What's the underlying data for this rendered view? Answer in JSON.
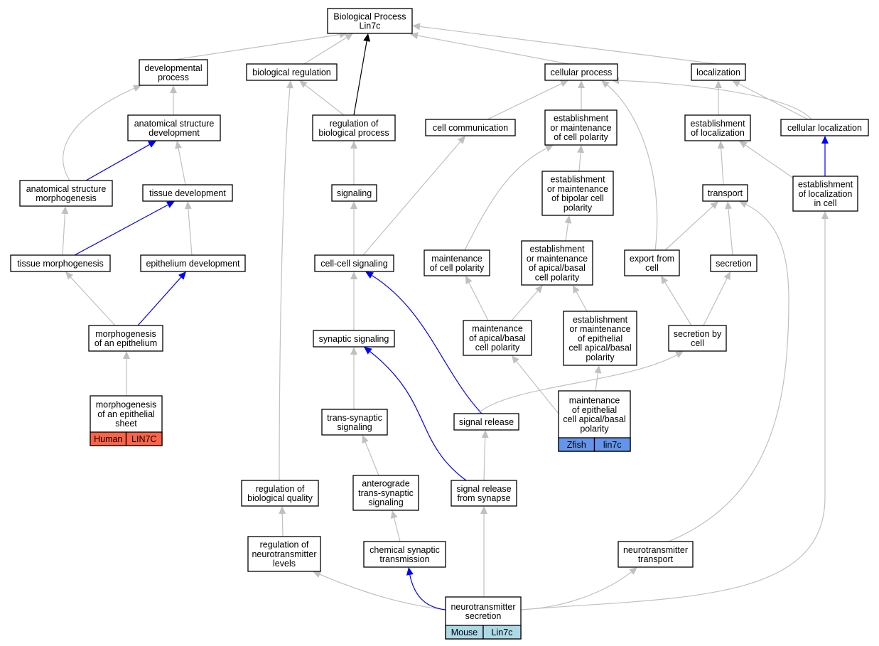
{
  "diagram": {
    "colors": {
      "gray_edge": "#c0c0c0",
      "blue_edge": "#0000ff",
      "black_edge": "#000000",
      "human_tag": "#ff6347",
      "zfish_tag": "#6495ed",
      "mouse_tag": "#add8e6"
    },
    "nodes": [
      {
        "id": "bp",
        "lines": [
          "Biological Process",
          "Lin7c"
        ]
      },
      {
        "id": "devproc",
        "lines": [
          "developmental",
          "process"
        ]
      },
      {
        "id": "bioreg",
        "lines": [
          "biological regulation"
        ]
      },
      {
        "id": "cellproc",
        "lines": [
          "cellular process"
        ]
      },
      {
        "id": "localization",
        "lines": [
          "localization"
        ]
      },
      {
        "id": "anatdev",
        "lines": [
          "anatomical structure",
          "development"
        ]
      },
      {
        "id": "regbp",
        "lines": [
          "regulation of",
          "biological process"
        ]
      },
      {
        "id": "cellcomm",
        "lines": [
          "cell communication"
        ]
      },
      {
        "id": "estcellpol",
        "lines": [
          "establishment",
          "or maintenance",
          "of cell polarity"
        ]
      },
      {
        "id": "estloc",
        "lines": [
          "establishment",
          "of localization"
        ]
      },
      {
        "id": "cellloc",
        "lines": [
          "cellular localization"
        ]
      },
      {
        "id": "anatmorph",
        "lines": [
          "anatomical structure",
          "morphogenesis"
        ]
      },
      {
        "id": "tissuedev",
        "lines": [
          "tissue development"
        ]
      },
      {
        "id": "signaling",
        "lines": [
          "signaling"
        ]
      },
      {
        "id": "estbipolar",
        "lines": [
          "establishment",
          "or maintenance",
          "of bipolar cell",
          "polarity"
        ]
      },
      {
        "id": "transport",
        "lines": [
          "transport"
        ]
      },
      {
        "id": "estlocincell",
        "lines": [
          "establishment",
          "of localization",
          "in cell"
        ]
      },
      {
        "id": "tissuemorph",
        "lines": [
          "tissue morphogenesis"
        ]
      },
      {
        "id": "epidev",
        "lines": [
          "epithelium development"
        ]
      },
      {
        "id": "ccsig",
        "lines": [
          "cell-cell signaling"
        ]
      },
      {
        "id": "maintpol",
        "lines": [
          "maintenance",
          "of cell polarity"
        ]
      },
      {
        "id": "estapical",
        "lines": [
          "establishment",
          "or maintenance",
          "of apical/basal",
          "cell polarity"
        ]
      },
      {
        "id": "export",
        "lines": [
          "export from",
          "cell"
        ]
      },
      {
        "id": "secretion",
        "lines": [
          "secretion"
        ]
      },
      {
        "id": "morphepi",
        "lines": [
          "morphogenesis",
          "of an epithelium"
        ]
      },
      {
        "id": "synsig",
        "lines": [
          "synaptic signaling"
        ]
      },
      {
        "id": "maintapical",
        "lines": [
          "maintenance",
          "of apical/basal",
          "cell polarity"
        ]
      },
      {
        "id": "estepiapical",
        "lines": [
          "establishment",
          "or maintenance",
          "of epithelial",
          "cell apical/basal",
          "polarity"
        ]
      },
      {
        "id": "secbycell",
        "lines": [
          "secretion by",
          "cell"
        ]
      },
      {
        "id": "morphsheet",
        "lines": [
          "morphogenesis",
          "of an epithelial",
          "sheet"
        ],
        "tags": [
          "Human",
          "LIN7C"
        ],
        "tag_color": "human"
      },
      {
        "id": "transsyn",
        "lines": [
          "trans-synaptic",
          "signaling"
        ]
      },
      {
        "id": "sigrel",
        "lines": [
          "signal release"
        ]
      },
      {
        "id": "maintepiapical",
        "lines": [
          "maintenance",
          "of epithelial",
          "cell apical/basal",
          "polarity"
        ],
        "tags": [
          "Zfish",
          "lin7c"
        ],
        "tag_color": "zfish"
      },
      {
        "id": "regqual",
        "lines": [
          "regulation of",
          "biological quality"
        ]
      },
      {
        "id": "antero",
        "lines": [
          "anterograde",
          "trans-synaptic",
          "signaling"
        ]
      },
      {
        "id": "sigrelsyn",
        "lines": [
          "signal release",
          "from synapse"
        ]
      },
      {
        "id": "regnt",
        "lines": [
          "regulation of",
          "neurotransmitter",
          "levels"
        ]
      },
      {
        "id": "chemsyn",
        "lines": [
          "chemical synaptic",
          "transmission"
        ]
      },
      {
        "id": "nttransport",
        "lines": [
          "neurotransmitter",
          "transport"
        ]
      },
      {
        "id": "ntsec",
        "lines": [
          "neurotransmitter",
          "secretion"
        ],
        "tags": [
          "Mouse",
          "Lin7c"
        ],
        "tag_color": "mouse"
      }
    ],
    "edges": [
      {
        "from": "devproc",
        "to": "bp",
        "color": "gray"
      },
      {
        "from": "bioreg",
        "to": "bp",
        "color": "gray"
      },
      {
        "from": "regbp",
        "to": "bp",
        "color": "black"
      },
      {
        "from": "cellproc",
        "to": "bp",
        "color": "gray"
      },
      {
        "from": "localization",
        "to": "bp",
        "color": "gray"
      },
      {
        "from": "anatdev",
        "to": "devproc",
        "color": "gray"
      },
      {
        "from": "anatmorph",
        "to": "devproc",
        "color": "gray"
      },
      {
        "from": "regbp",
        "to": "bioreg",
        "color": "gray"
      },
      {
        "from": "regqual",
        "to": "bioreg",
        "color": "gray"
      },
      {
        "from": "cellcomm",
        "to": "cellproc",
        "color": "gray"
      },
      {
        "from": "estcellpol",
        "to": "cellproc",
        "color": "gray"
      },
      {
        "from": "export",
        "to": "cellproc",
        "color": "gray"
      },
      {
        "from": "cellloc",
        "to": "cellproc",
        "color": "gray"
      },
      {
        "from": "estloc",
        "to": "localization",
        "color": "gray"
      },
      {
        "from": "cellloc",
        "to": "localization",
        "color": "gray"
      },
      {
        "from": "anatmorph",
        "to": "anatdev",
        "color": "blue"
      },
      {
        "from": "tissuedev",
        "to": "anatdev",
        "color": "gray"
      },
      {
        "from": "signaling",
        "to": "regbp",
        "color": "gray"
      },
      {
        "from": "ccsig",
        "to": "cellcomm",
        "color": "gray"
      },
      {
        "from": "estbipolar",
        "to": "estcellpol",
        "color": "gray"
      },
      {
        "from": "maintpol",
        "to": "estcellpol",
        "color": "gray"
      },
      {
        "from": "transport",
        "to": "estloc",
        "color": "gray"
      },
      {
        "from": "estlocincell",
        "to": "estloc",
        "color": "gray"
      },
      {
        "from": "estlocincell",
        "to": "cellloc",
        "color": "blue"
      },
      {
        "from": "tissuemorph",
        "to": "anatmorph",
        "color": "gray"
      },
      {
        "from": "tissuemorph",
        "to": "tissuedev",
        "color": "blue"
      },
      {
        "from": "epidev",
        "to": "tissuedev",
        "color": "gray"
      },
      {
        "from": "ccsig",
        "to": "signaling",
        "color": "gray"
      },
      {
        "from": "estapical",
        "to": "estbipolar",
        "color": "gray"
      },
      {
        "from": "export",
        "to": "transport",
        "color": "gray"
      },
      {
        "from": "secretion",
        "to": "transport",
        "color": "gray"
      },
      {
        "from": "nttransport",
        "to": "transport",
        "color": "gray"
      },
      {
        "from": "ntsec",
        "to": "estlocincell",
        "color": "gray"
      },
      {
        "from": "morphepi",
        "to": "tissuemorph",
        "color": "gray"
      },
      {
        "from": "morphepi",
        "to": "epidev",
        "color": "blue"
      },
      {
        "from": "synsig",
        "to": "ccsig",
        "color": "gray"
      },
      {
        "from": "sigrel",
        "to": "ccsig",
        "color": "blue"
      },
      {
        "from": "maintapical",
        "to": "maintpol",
        "color": "gray"
      },
      {
        "from": "maintapical",
        "to": "estapical",
        "color": "gray"
      },
      {
        "from": "estepiapical",
        "to": "estapical",
        "color": "gray"
      },
      {
        "from": "secbycell",
        "to": "export",
        "color": "gray"
      },
      {
        "from": "secbycell",
        "to": "secretion",
        "color": "gray"
      },
      {
        "from": "morphsheet",
        "to": "morphepi",
        "color": "gray"
      },
      {
        "from": "transsyn",
        "to": "synsig",
        "color": "gray"
      },
      {
        "from": "sigrelsyn",
        "to": "synsig",
        "color": "blue"
      },
      {
        "from": "maintepiapical",
        "to": "maintapical",
        "color": "gray"
      },
      {
        "from": "maintepiapical",
        "to": "estepiapical",
        "color": "gray"
      },
      {
        "from": "sigrel",
        "to": "secbycell",
        "color": "gray"
      },
      {
        "from": "antero",
        "to": "transsyn",
        "color": "gray"
      },
      {
        "from": "sigrelsyn",
        "to": "sigrel",
        "color": "gray"
      },
      {
        "from": "regnt",
        "to": "regqual",
        "color": "gray"
      },
      {
        "from": "chemsyn",
        "to": "antero",
        "color": "gray"
      },
      {
        "from": "ntsec",
        "to": "sigrelsyn",
        "color": "gray"
      },
      {
        "from": "ntsec",
        "to": "regnt",
        "color": "gray"
      },
      {
        "from": "ntsec",
        "to": "chemsyn",
        "color": "blue"
      },
      {
        "from": "ntsec",
        "to": "nttransport",
        "color": "gray"
      }
    ]
  }
}
